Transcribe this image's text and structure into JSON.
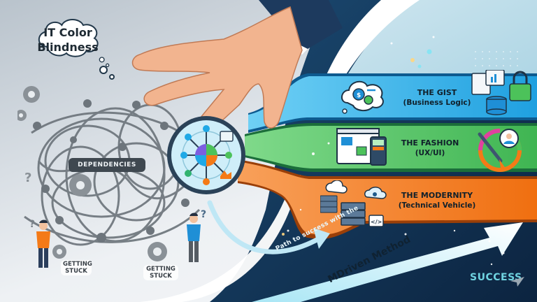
{
  "thought_bubble": {
    "line1": "IT Color",
    "line2": "Blindness"
  },
  "tangle": {
    "label": "DEPENDENCIES",
    "person_left_caption": [
      "GETTING",
      "STUCK"
    ],
    "person_right_caption": [
      "GETTING",
      "STUCK"
    ]
  },
  "bands": [
    {
      "title": "THE GIST",
      "subtitle": "(Business Logic)",
      "color": "#1fa9e6"
    },
    {
      "title": "THE FASHION",
      "subtitle": "(UX/UI)",
      "color": "#4cc25a"
    },
    {
      "title": "THE MODERNITY",
      "subtitle": "(Technical Vehicle)",
      "color": "#f47a17"
    }
  ],
  "arrow": {
    "path_text": "Path to success with the",
    "method_text": "MDriven Method",
    "success_text": "SUCCESS"
  },
  "icons": {
    "thought": "thought-cloud-icon",
    "magnifier": "magnifying-glass-icon",
    "gist_left": "gears-cloud-icon",
    "gist_right": "database-lock-icon",
    "fashion_left": "browser-mobile-icon",
    "fashion_right": "paintbrush-user-icon",
    "modern_left": "server-cloud-icon"
  },
  "colors": {
    "navy": "#0f2a4a",
    "gist_blue": "#1fa9e6",
    "fashion_green": "#4cc25a",
    "modern_orange": "#f47a17",
    "arrow_light": "#dff5fb",
    "success_teal": "#6fd3e0"
  }
}
